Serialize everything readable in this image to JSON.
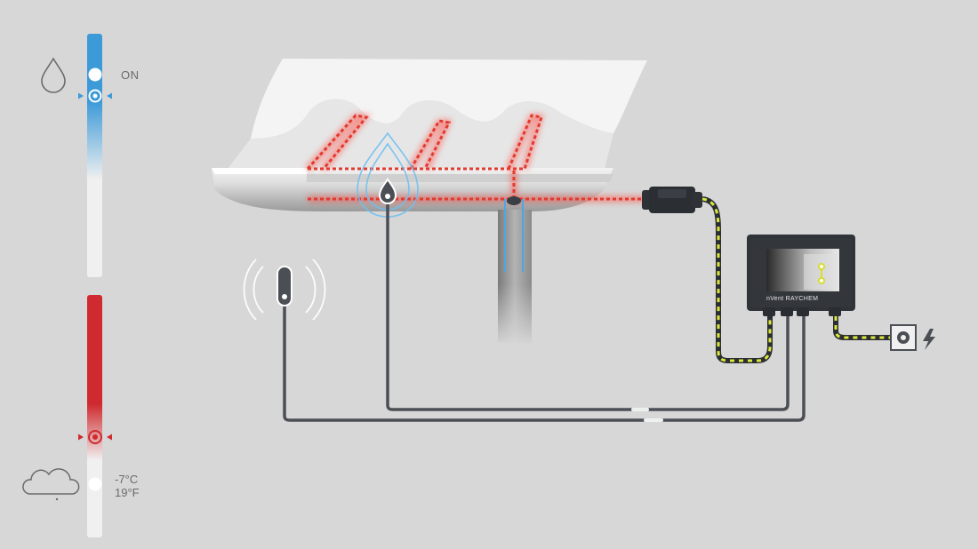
{
  "moisture_sensor": {
    "icon": "water-drop-icon",
    "status": "ON"
  },
  "temperature_sensor": {
    "icon": "cloud-snow-icon",
    "celsius": "-7°C",
    "fahrenheit": "19°F"
  },
  "controller": {
    "brand": "nVent  RAYCHEM"
  },
  "power": {
    "icon": "lightning-bolt-icon"
  },
  "colors": {
    "background": "#d7d7d7",
    "moisture_bar": "#3d9ad8",
    "temperature_bar": "#cf2a2f",
    "heating_cable": "#e23a2f",
    "signal_cable": "#4b4f55",
    "power_cable_stripe": "#dce83a"
  }
}
